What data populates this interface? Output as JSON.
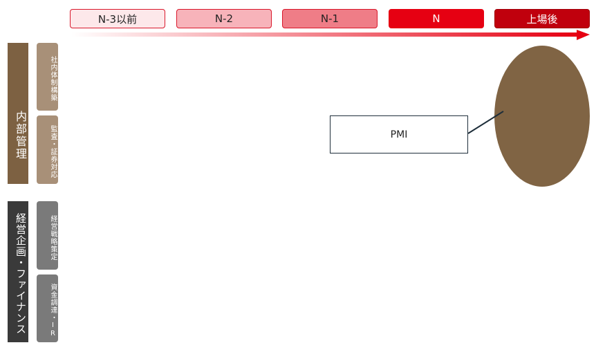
{
  "phases": [
    {
      "label": "N-3以前",
      "bg": "#fde8ea",
      "border": "#d9162a",
      "color": "#222222"
    },
    {
      "label": "N-2",
      "bg": "#f7b3ba",
      "border": "#d9162a",
      "color": "#222222"
    },
    {
      "label": "N-1",
      "bg": "#ef7d87",
      "border": "#d9162a",
      "color": "#222222"
    },
    {
      "label": "N",
      "bg": "#e60012",
      "border": "#e60012",
      "color": "#ffffff"
    },
    {
      "label": "上場後",
      "bg": "#c0000d",
      "border": "#a0000a",
      "color": "#ffffff"
    }
  ],
  "sections": [
    {
      "label": "内部管理",
      "color": "#7d6142",
      "subs": [
        {
          "label": "社内体制構築",
          "color": "#a89078"
        },
        {
          "label": "監査・証券対応",
          "color": "#a89078"
        }
      ]
    },
    {
      "label": "経営企画・ファイナンス",
      "color": "#3a3a3a",
      "subs": [
        {
          "label": "経営戦略策定",
          "color": "#7a7a7a"
        },
        {
          "label": "資金調達・IR",
          "color": "#7a7a7a"
        }
      ]
    }
  ],
  "callout": {
    "label": "PMI"
  },
  "colors": {
    "arrow": "#e60012",
    "ellipse": "#806444",
    "callout_border": "#1e2e3a"
  }
}
